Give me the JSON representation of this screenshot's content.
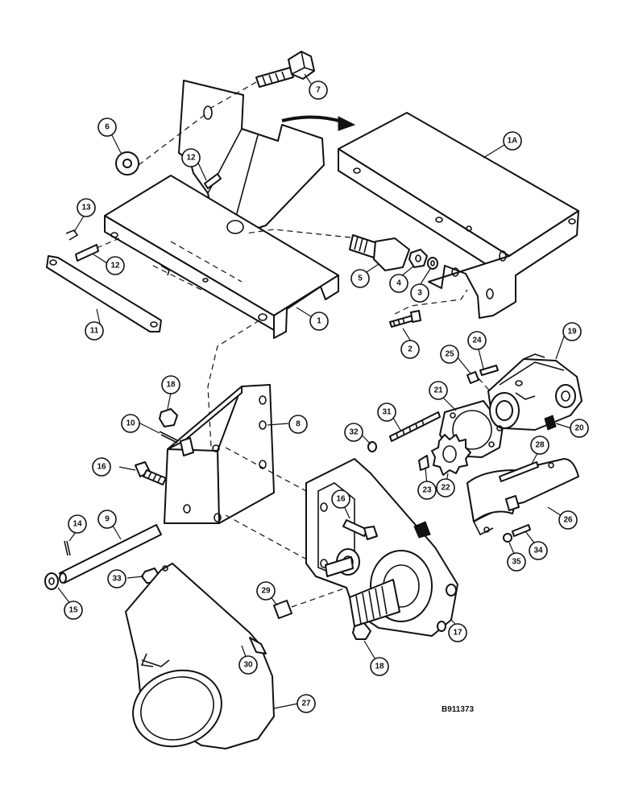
{
  "figure_id": "B911373",
  "callouts": [
    {
      "key": "c7",
      "label": "7"
    },
    {
      "key": "c6",
      "label": "6"
    },
    {
      "key": "c12a",
      "label": "12"
    },
    {
      "key": "c1a",
      "label": "1A"
    },
    {
      "key": "c13",
      "label": "13"
    },
    {
      "key": "c12b",
      "label": "12"
    },
    {
      "key": "c5",
      "label": "5"
    },
    {
      "key": "c4",
      "label": "4"
    },
    {
      "key": "c3",
      "label": "3"
    },
    {
      "key": "c11",
      "label": "11"
    },
    {
      "key": "c1",
      "label": "1"
    },
    {
      "key": "c2",
      "label": "2"
    },
    {
      "key": "c24",
      "label": "24"
    },
    {
      "key": "c19",
      "label": "19"
    },
    {
      "key": "c25",
      "label": "25"
    },
    {
      "key": "c18a",
      "label": "18"
    },
    {
      "key": "c21",
      "label": "21"
    },
    {
      "key": "c10",
      "label": "10"
    },
    {
      "key": "c8",
      "label": "8"
    },
    {
      "key": "c31",
      "label": "31"
    },
    {
      "key": "c20",
      "label": "20"
    },
    {
      "key": "c32",
      "label": "32"
    },
    {
      "key": "c16a",
      "label": "16"
    },
    {
      "key": "c28",
      "label": "28"
    },
    {
      "key": "c23",
      "label": "23"
    },
    {
      "key": "c22",
      "label": "22"
    },
    {
      "key": "c16b",
      "label": "16"
    },
    {
      "key": "c14",
      "label": "14"
    },
    {
      "key": "c9",
      "label": "9"
    },
    {
      "key": "c26",
      "label": "26"
    },
    {
      "key": "c35",
      "label": "35"
    },
    {
      "key": "c34",
      "label": "34"
    },
    {
      "key": "c33",
      "label": "33"
    },
    {
      "key": "c15",
      "label": "15"
    },
    {
      "key": "c29",
      "label": "29"
    },
    {
      "key": "c17",
      "label": "17"
    },
    {
      "key": "c30",
      "label": "30"
    },
    {
      "key": "c18b",
      "label": "18"
    },
    {
      "key": "c27",
      "label": "27"
    }
  ]
}
